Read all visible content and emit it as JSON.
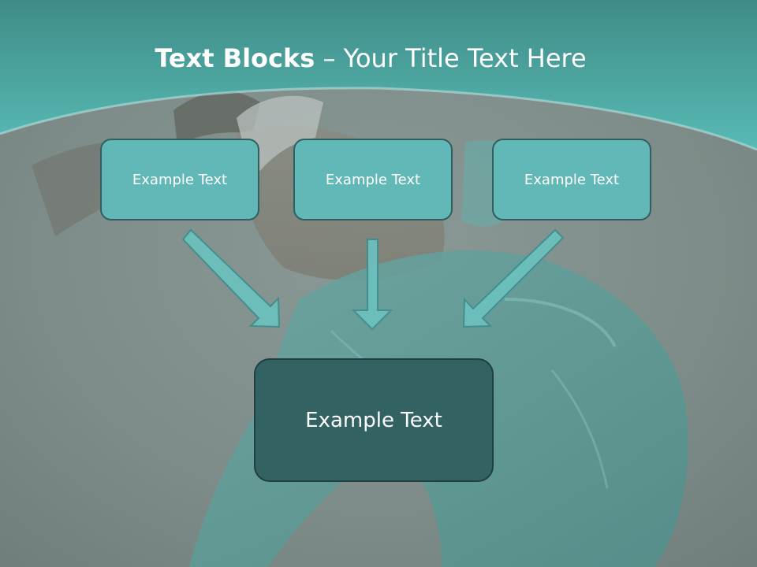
{
  "slide": {
    "title_bold": "Text Blocks",
    "title_separator": " – ",
    "title_rest": "Your Title Text Here"
  },
  "diagram": {
    "top_boxes": [
      {
        "label": "Example Text"
      },
      {
        "label": "Example Text"
      },
      {
        "label": "Example Text"
      }
    ],
    "bottom_box": {
      "label": "Example Text"
    }
  },
  "colors": {
    "header_teal": "#52b7b2",
    "box_fill": "#62b8b6",
    "box_border": "#2f5f61",
    "center_box_fill": "#336263",
    "arrow_fill": "#6cc0bd",
    "arrow_stroke": "#3f8f8e"
  }
}
